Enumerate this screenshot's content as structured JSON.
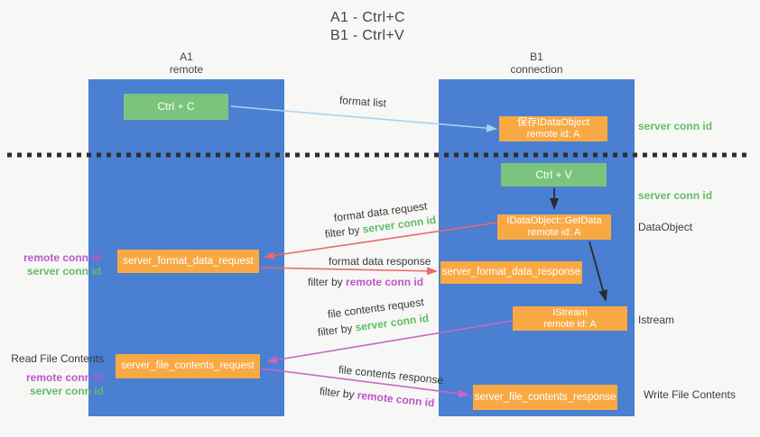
{
  "title": {
    "line1": "A1 - Ctrl+C",
    "line2": "B1 - Ctrl+V"
  },
  "lifelines": {
    "left": {
      "id": "A1",
      "role": "remote"
    },
    "right": {
      "id": "B1",
      "role": "connection"
    }
  },
  "nodes": {
    "ctrl_c": {
      "label": "Ctrl + C"
    },
    "ctrl_v": {
      "label": "Ctrl + V"
    },
    "save_dataobject": {
      "line1": "保存IDataObject",
      "line2": "remote id: A"
    },
    "getdata": {
      "line1": "IDataObject::GetData",
      "line2": "remote id: A"
    },
    "istream": {
      "line1": "IStream",
      "line2": "remote id: A"
    },
    "server_format_data_request": {
      "label": "server_format_data_request"
    },
    "server_format_data_response": {
      "label": "server_format_data_response"
    },
    "server_file_contents_request": {
      "label": "server_file_contents_request"
    },
    "server_file_contents_response": {
      "label": "server_file_contents_response"
    }
  },
  "edge_labels": {
    "format_list": "format list",
    "format_data_request": "format data request",
    "format_data_response": "format data response",
    "file_contents_request": "file contents request",
    "file_contents_response": "file contents response",
    "filter_by": "filter by",
    "server_conn_id": "server conn id",
    "remote_conn_id": "remote conn id"
  },
  "side_labels": {
    "server_conn_id": "server conn id",
    "remote_conn_id": "remote conn id",
    "dataobject": "DataObject",
    "istream": "Istream",
    "read_file_contents": "Read File Contents",
    "write_file_contents": "Write File Contents"
  },
  "colors": {
    "lifeline_blue": "#4a7fd2",
    "node_orange": "#f9a944",
    "node_green": "#7ac47d",
    "accent_green": "#5fbe63",
    "accent_purple": "#bb58c9",
    "arrow_red": "#e96a6b",
    "arrow_magenta": "#c966c6",
    "arrow_lightblue": "#a9d3ee",
    "arrow_black": "#2b2b2b"
  }
}
